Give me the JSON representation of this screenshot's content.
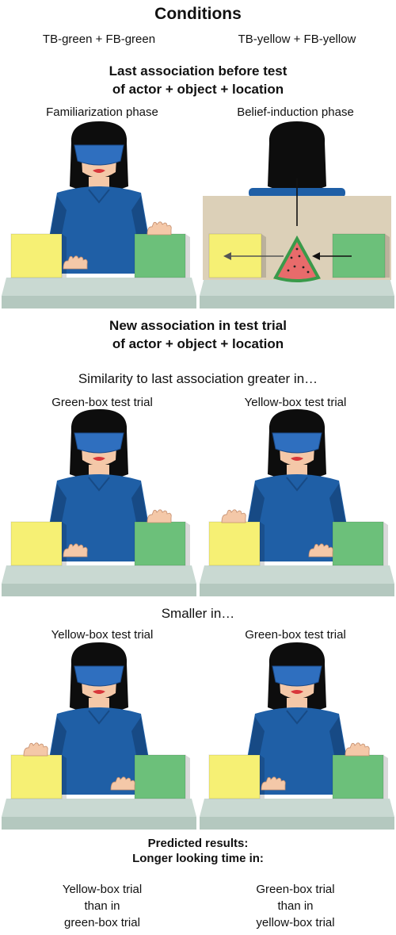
{
  "colors": {
    "blouse": "#1f5fa6",
    "blouse_shadow": "#174a85",
    "hair": "#0d0d0d",
    "visor": "#2f6fbf",
    "skin": "#f4c8a8",
    "lips": "#d8363a",
    "table": "#c9d9d2",
    "table_front": "#b4c8bf",
    "yellow_box": "#f6f074",
    "green_box": "#6cc07a",
    "screen": "#dcd0b8",
    "watermelon": "#e86b6b",
    "rind": "#3a9a4a"
  },
  "header": {
    "title": "Conditions",
    "condition_left": "TB-green + FB-green",
    "condition_right": "TB-yellow + FB-yellow"
  },
  "section1": {
    "heading_line1": "Last association before test",
    "heading_line2": "of actor + object + location",
    "phase_left": "Familiarization phase",
    "phase_right": "Belief-induction phase"
  },
  "section2": {
    "heading_line1": "New association in test trial",
    "heading_line2": "of actor + object + location",
    "similarity_greater": "Similarity to last association greater in…",
    "greater_left": "Green-box test trial",
    "greater_right": "Yellow-box test trial",
    "smaller": "Smaller in…",
    "smaller_left": "Yellow-box test trial",
    "smaller_right": "Green-box test trial"
  },
  "results": {
    "heading_line1": "Predicted results:",
    "heading_line2": "Longer looking time in:",
    "left_line1": "Yellow-box trial",
    "left_line2": "than in",
    "left_line3": "green-box trial",
    "right_line1": "Green-box trial",
    "right_line2": "than in",
    "right_line3": "yellow-box trial"
  },
  "scenes": [
    {
      "name": "familiarization-scene",
      "hand": "green",
      "screen": false
    },
    {
      "name": "belief-induction-scene",
      "hand": "none",
      "screen": true
    },
    {
      "name": "green-box-test-scene-greater",
      "hand": "green",
      "screen": false
    },
    {
      "name": "yellow-box-test-scene-greater",
      "hand": "yellow",
      "screen": false
    },
    {
      "name": "yellow-box-test-scene-smaller",
      "hand": "yellow",
      "screen": false
    },
    {
      "name": "green-box-test-scene-smaller",
      "hand": "green",
      "screen": false
    }
  ]
}
